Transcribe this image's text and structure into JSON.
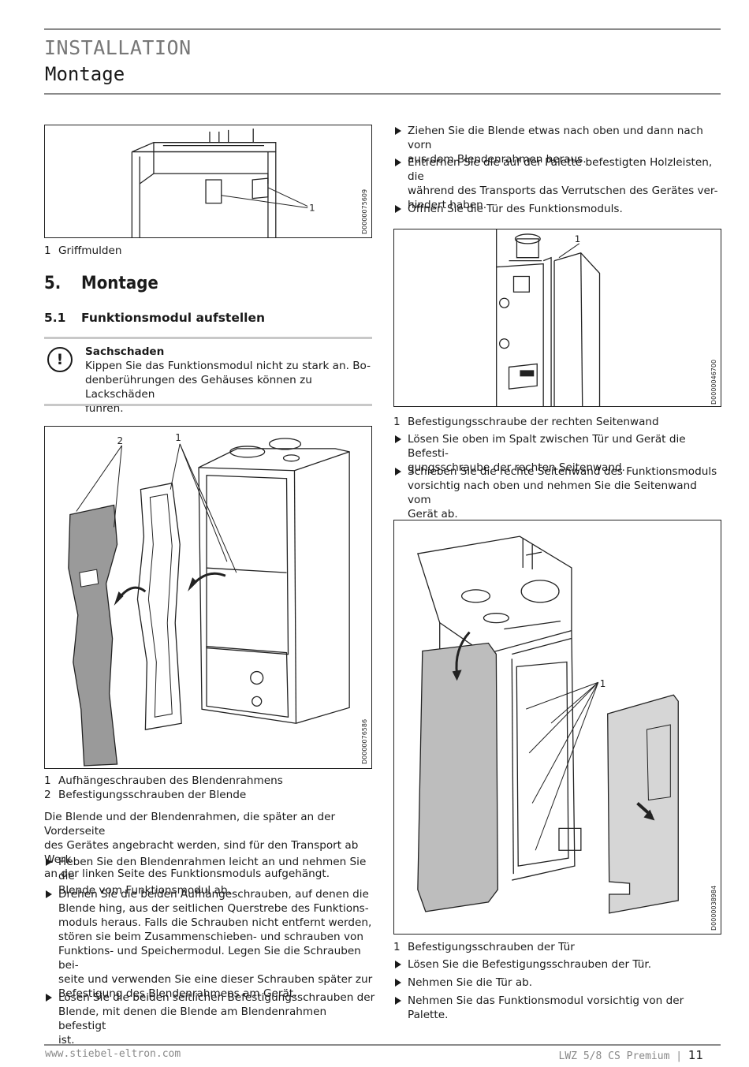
{
  "header": {
    "category": "INSTALLATION",
    "title": "Montage"
  },
  "fig1": {
    "docid": "D0000075609",
    "callout": "1",
    "legend": [
      {
        "n": "1",
        "text": "Griffmulden"
      }
    ]
  },
  "section": {
    "number": "5.",
    "title": "Montage"
  },
  "subsection": {
    "number": "5.1",
    "title": "Funktionsmodul aufstellen"
  },
  "warning": {
    "title": "Sachschaden",
    "lines": [
      "Kippen Sie das Funktionsmodul nicht zu stark an. Bo-",
      "denberührungen des Gehäuses können zu Lackschäden",
      "führen."
    ]
  },
  "fig2": {
    "docid": "D0000076586",
    "callout1": "1",
    "callout2": "2",
    "legend": [
      {
        "n": "1",
        "text": "Aufhängeschrauben des Blendenrahmens"
      },
      {
        "n": "2",
        "text": "Befestigungsschrauben der Blende"
      }
    ]
  },
  "para1": [
    "Die Blende und der Blendenrahmen, die später an der Vorderseite",
    "des Gerätes angebracht werden, sind für den Transport ab Werk",
    "an der linken Seite des Funktionsmoduls aufgehängt."
  ],
  "left_steps": [
    [
      "Heben Sie den Blendenrahmen leicht an und nehmen Sie die",
      "Blende vom Funktionsmodul ab."
    ],
    [
      "Drehen Sie die beiden Aufhängeschrauben, auf denen die",
      "Blende hing, aus der seitlichen Querstrebe des Funktions-",
      "moduls heraus. Falls die Schrauben nicht entfernt werden,",
      "stören sie beim Zusammenschieben- und schrauben von",
      "Funktions- und Speichermodul. Legen Sie die Schrauben bei-",
      "seite und verwenden Sie eine dieser Schrauben später zur",
      "Befestigung des Blendenrahmens am Gerät."
    ],
    [
      "Lösen Sie die beiden seitlichen Befestigungsschrauben der",
      "Blende, mit denen die Blende am Blendenrahmen befestigt",
      "ist."
    ]
  ],
  "right_steps_top": [
    [
      "Ziehen Sie die Blende etwas nach oben und dann nach vorn",
      "aus dem Blendenrahmen heraus."
    ],
    [
      "Entfernen Sie die auf der Palette befestigten Holzleisten, die",
      "während des Transports das Verrutschen des Gerätes ver-",
      "hindert haben."
    ],
    [
      "Öffnen Sie die Tür des Funktionsmoduls."
    ]
  ],
  "fig3": {
    "docid": "D0000046700",
    "callout": "1",
    "legend": [
      {
        "n": "1",
        "text": "Befestigungsschraube der rechten Seitenwand"
      }
    ]
  },
  "right_steps_mid": [
    [
      "Lösen Sie oben im Spalt zwischen Tür und Gerät die Befesti-",
      "gungsschraube der rechten Seitenwand."
    ],
    [
      "Schieben Sie die rechte Seitenwand des Funktionsmoduls",
      "vorsichtig nach oben und nehmen Sie die Seitenwand vom",
      "Gerät ab."
    ]
  ],
  "fig4": {
    "docid": "D0000038984",
    "callout": "1",
    "legend": [
      {
        "n": "1",
        "text": "Befestigungsschrauben der Tür"
      }
    ]
  },
  "right_steps_bottom": [
    [
      "Lösen Sie die Befestigungsschrauben der Tür."
    ],
    [
      "Nehmen Sie die Tür ab."
    ],
    [
      "Nehmen Sie das Funktionsmodul vorsichtig von der Palette."
    ]
  ],
  "footer": {
    "website": "www.stiebel-eltron.com",
    "product": "LWZ 5/8 CS Premium",
    "separator": "|",
    "page": "11"
  }
}
